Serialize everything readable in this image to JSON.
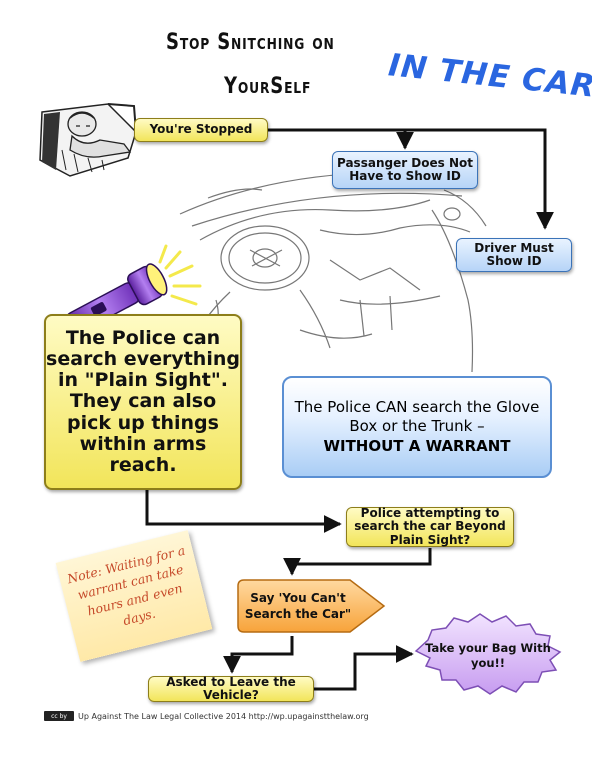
{
  "title": {
    "line1": "Stop Snitching on",
    "line2": "YourSelf",
    "accent": "In the Car"
  },
  "flow": {
    "stopped": "You're Stopped",
    "passenger": "Passanger Does Not Have to Show ID",
    "driver": "Driver Must Show ID",
    "plain_sight": "The Police can search everything in \"Plain Sight\". They can also pick up things within arms reach.",
    "glove_box_prefix": "The Police CAN search the Glove Box or the Trunk –",
    "glove_box_emphasis": "WITHOUT A WARRANT",
    "beyond": "Police attempting to search the car Beyond Plain Sight?",
    "say": "Say 'You Can't Search the Car\"",
    "bag_line1": "Take your Bag With",
    "bag_line2": "you!!",
    "leave": "Asked to Leave the Vehicle?"
  },
  "note": "Note: Waiting for a warrant can take hours and even days.",
  "footer": {
    "badge": "cc by",
    "text": "Up Against The Law Legal Collective 2014 http://wp.upagainstthelaw.org"
  },
  "colors": {
    "accent_blue": "#2a66e0",
    "box_yellow": "#f2e55a",
    "box_blue": "#b6d4f7",
    "orange": "#f7a33a",
    "purple": "#c79cf0",
    "note_text": "#c64a2a",
    "flashlight": "#8a3fd1"
  },
  "icons": [
    "officer-illustration",
    "car-interior-illustration",
    "flashlight-icon"
  ]
}
